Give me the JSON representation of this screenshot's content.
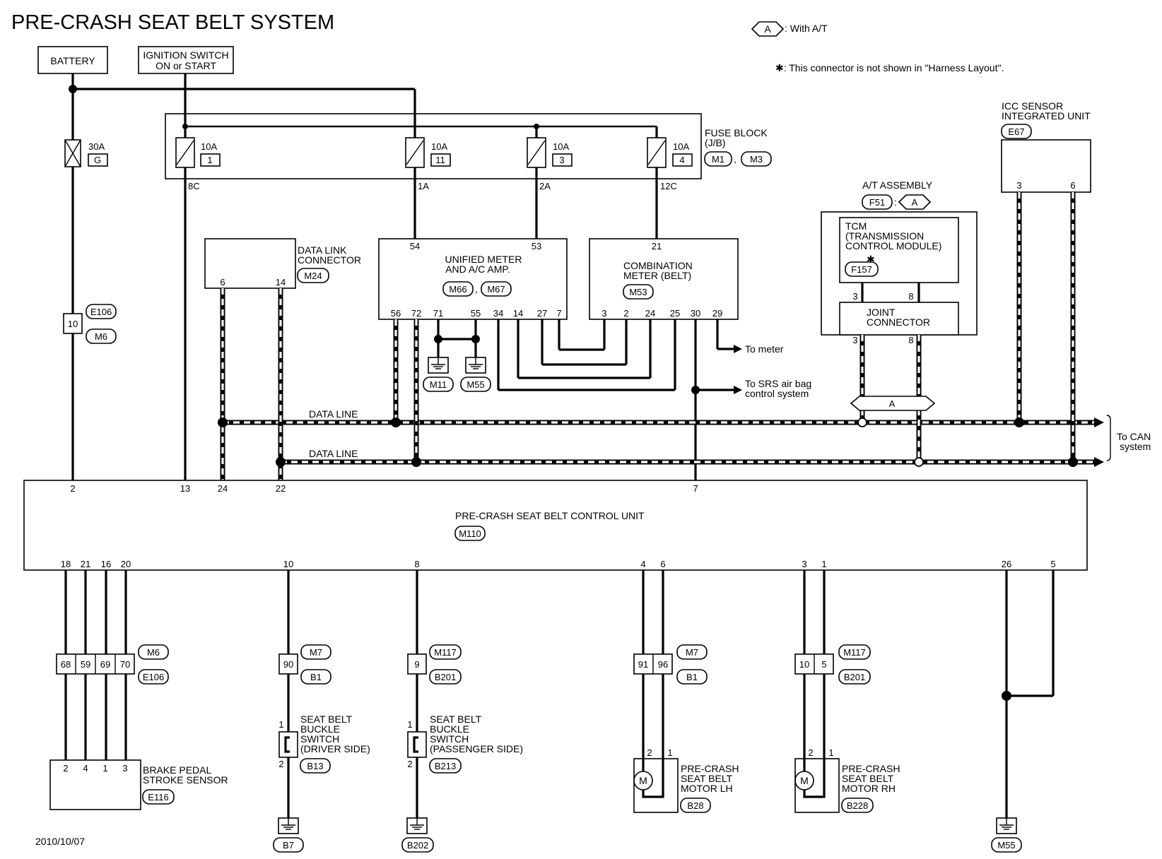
{
  "title": "PRE-CRASH SEAT BELT SYSTEM",
  "date": "2010/10/07",
  "notes": {
    "with_at_code": "A",
    "with_at_text": ": With A/T",
    "star_note": "✱: This connector is not shown in \"Harness Layout\"."
  },
  "blocks": {
    "battery": "BATTERY",
    "ignition_line1": "IGNITION SWITCH",
    "ignition_line2": "ON or START",
    "fuse_block_line1": "FUSE BLOCK",
    "fuse_block_line2": "(J/B)",
    "fuse_block_conn1": "M1",
    "fuse_block_conn2": "M3",
    "dlc_line1": "DATA LINK",
    "dlc_line2": "CONNECTOR",
    "dlc_conn": "M24",
    "meter_amp_line1": "UNIFIED METER",
    "meter_amp_line2": "AND A/C AMP.",
    "meter_amp_conn1": "M66",
    "meter_amp_conn2": "M67",
    "comb_meter_line1": "COMBINATION",
    "comb_meter_line2": "METER (BELT)",
    "comb_meter_conn": "M53",
    "at_assembly": "A/T ASSEMBLY",
    "at_conn": "F51",
    "at_option": "A",
    "tcm_line1": "TCM",
    "tcm_line2": "(TRANSMISSION",
    "tcm_line3": "CONTROL MODULE)",
    "tcm_conn": "F157",
    "joint_line1": "JOINT",
    "joint_line2": "CONNECTOR",
    "icc_line1": "ICC SENSOR",
    "icc_line2": "INTEGRATED UNIT",
    "icc_conn": "E67",
    "control_unit": "PRE-CRASH SEAT BELT CONTROL UNIT",
    "control_unit_conn": "M110",
    "brake_line1": "BRAKE PEDAL",
    "brake_line2": "STROKE SENSOR",
    "brake_conn": "E116",
    "buckle_drv_line1": "SEAT BELT",
    "buckle_drv_line2": "BUCKLE",
    "buckle_drv_line3": "SWITCH",
    "buckle_drv_line4": "(DRIVER SIDE)",
    "buckle_drv_conn": "B13",
    "buckle_pas_line1": "SEAT BELT",
    "buckle_pas_line2": "BUCKLE",
    "buckle_pas_line3": "SWITCH",
    "buckle_pas_line4": "(PASSENGER SIDE)",
    "buckle_pas_conn": "B213",
    "motor_lh_line1": "PRE-CRASH",
    "motor_lh_line2": "SEAT BELT",
    "motor_lh_line3": "MOTOR LH",
    "motor_lh_conn": "B28",
    "motor_rh_line1": "PRE-CRASH",
    "motor_rh_line2": "SEAT BELT",
    "motor_rh_line3": "MOTOR RH",
    "motor_rh_conn": "B228",
    "motor_symbol": "M"
  },
  "fuses": [
    {
      "amp": "30A",
      "id": "G"
    },
    {
      "amp": "10A",
      "id": "1"
    },
    {
      "amp": "10A",
      "id": "11"
    },
    {
      "amp": "10A",
      "id": "3"
    },
    {
      "amp": "10A",
      "id": "4"
    }
  ],
  "fuse_outputs": [
    "8C",
    "1A",
    "2A",
    "12C"
  ],
  "labels": {
    "data_line": "DATA LINE",
    "to_meter": "To meter",
    "to_srs_line1": "To SRS air bag",
    "to_srs_line2": "control system",
    "to_can_line1": "To CAN",
    "to_can_line2": "system",
    "bus_A": "A",
    "star": "✱"
  },
  "grounds": [
    "M11",
    "M55",
    "B7",
    "B202",
    "M55"
  ],
  "pins": {
    "dlc": [
      "6",
      "14"
    ],
    "meter_amp_top": [
      "54",
      "53"
    ],
    "meter_amp_bottom": [
      "56",
      "72",
      "71",
      "55",
      "34",
      "14",
      "27",
      "7"
    ],
    "comb_top": "21",
    "comb_bottom": [
      "3",
      "2",
      "24",
      "25",
      "30",
      "29"
    ],
    "tcm": [
      "3",
      "8"
    ],
    "joint": [
      "3",
      "8"
    ],
    "icc": [
      "3",
      "6"
    ],
    "cu_top": [
      "2",
      "13",
      "24",
      "22",
      "7"
    ],
    "cu_bottom": [
      "18",
      "21",
      "16",
      "20",
      "10",
      "8",
      "4",
      "6",
      "3",
      "1",
      "26",
      "5"
    ],
    "inline_battery": "10",
    "inline_brake": [
      "68",
      "59",
      "69",
      "70"
    ],
    "inline_drv": "90",
    "inline_pas": "9",
    "inline_lh": [
      "91",
      "96"
    ],
    "inline_rh": [
      "10",
      "5"
    ],
    "brake_sensor": [
      "2",
      "4",
      "1",
      "3"
    ],
    "buckle_drv": [
      "1",
      "2"
    ],
    "buckle_pas": [
      "1",
      "2"
    ],
    "motor_lh": [
      "2",
      "1"
    ],
    "motor_rh": [
      "2",
      "1"
    ]
  },
  "harness_connectors": {
    "battery": [
      "E106",
      "M6"
    ],
    "brake": [
      "M6",
      "E106"
    ],
    "drv": [
      "M7",
      "B1"
    ],
    "pas": [
      "M117",
      "B201"
    ],
    "lh": [
      "M7",
      "B1"
    ],
    "rh": [
      "M117",
      "B201"
    ]
  }
}
